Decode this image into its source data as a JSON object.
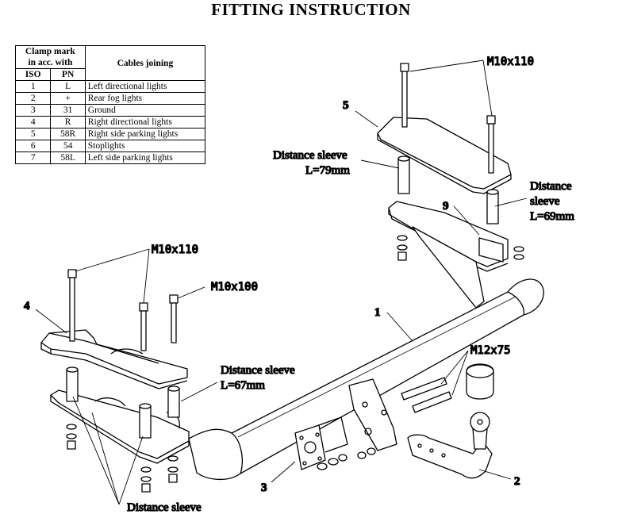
{
  "title": "FITTING INSTRUCTION",
  "table": {
    "header_group": "Clamp mark in acc. with",
    "header_group_line1": "Clamp mark",
    "header_group_line2": "in acc. with",
    "header_cables": "Cables joining",
    "col_iso": "ISO",
    "col_pn": "PN",
    "rows": [
      {
        "iso": "1",
        "pn": "L",
        "cable": "Left directional lights"
      },
      {
        "iso": "2",
        "pn": "+",
        "cable": "Rear fog lights"
      },
      {
        "iso": "3",
        "pn": "31",
        "cable": "Ground"
      },
      {
        "iso": "4",
        "pn": "R",
        "cable": "Right directional lights"
      },
      {
        "iso": "5",
        "pn": "58R",
        "cable": "Right side parking lights"
      },
      {
        "iso": "6",
        "pn": "54",
        "cable": "Stoplights"
      },
      {
        "iso": "7",
        "pn": "58L",
        "cable": "Left side parking lights"
      }
    ]
  },
  "labels": {
    "bolt_top_right": "M10x110",
    "bolt_left_a": "M10x110",
    "bolt_left_b": "M10x100",
    "bolt_ball": "M12x75",
    "sleeve_79_line1": "Distance sleeve",
    "sleeve_79_line2": "L=79mm",
    "sleeve_69_line1": "Distance",
    "sleeve_69_line2": "sleeve",
    "sleeve_69_line3": "L=69mm",
    "sleeve_67_line1": "Distance sleeve",
    "sleeve_67_line2": "L=67mm",
    "sleeve_bottom": "Distance sleeve"
  },
  "part_numbers": {
    "p1": "1",
    "p2": "2",
    "p3": "3",
    "p4": "4",
    "p5": "5",
    "p9": "9"
  }
}
